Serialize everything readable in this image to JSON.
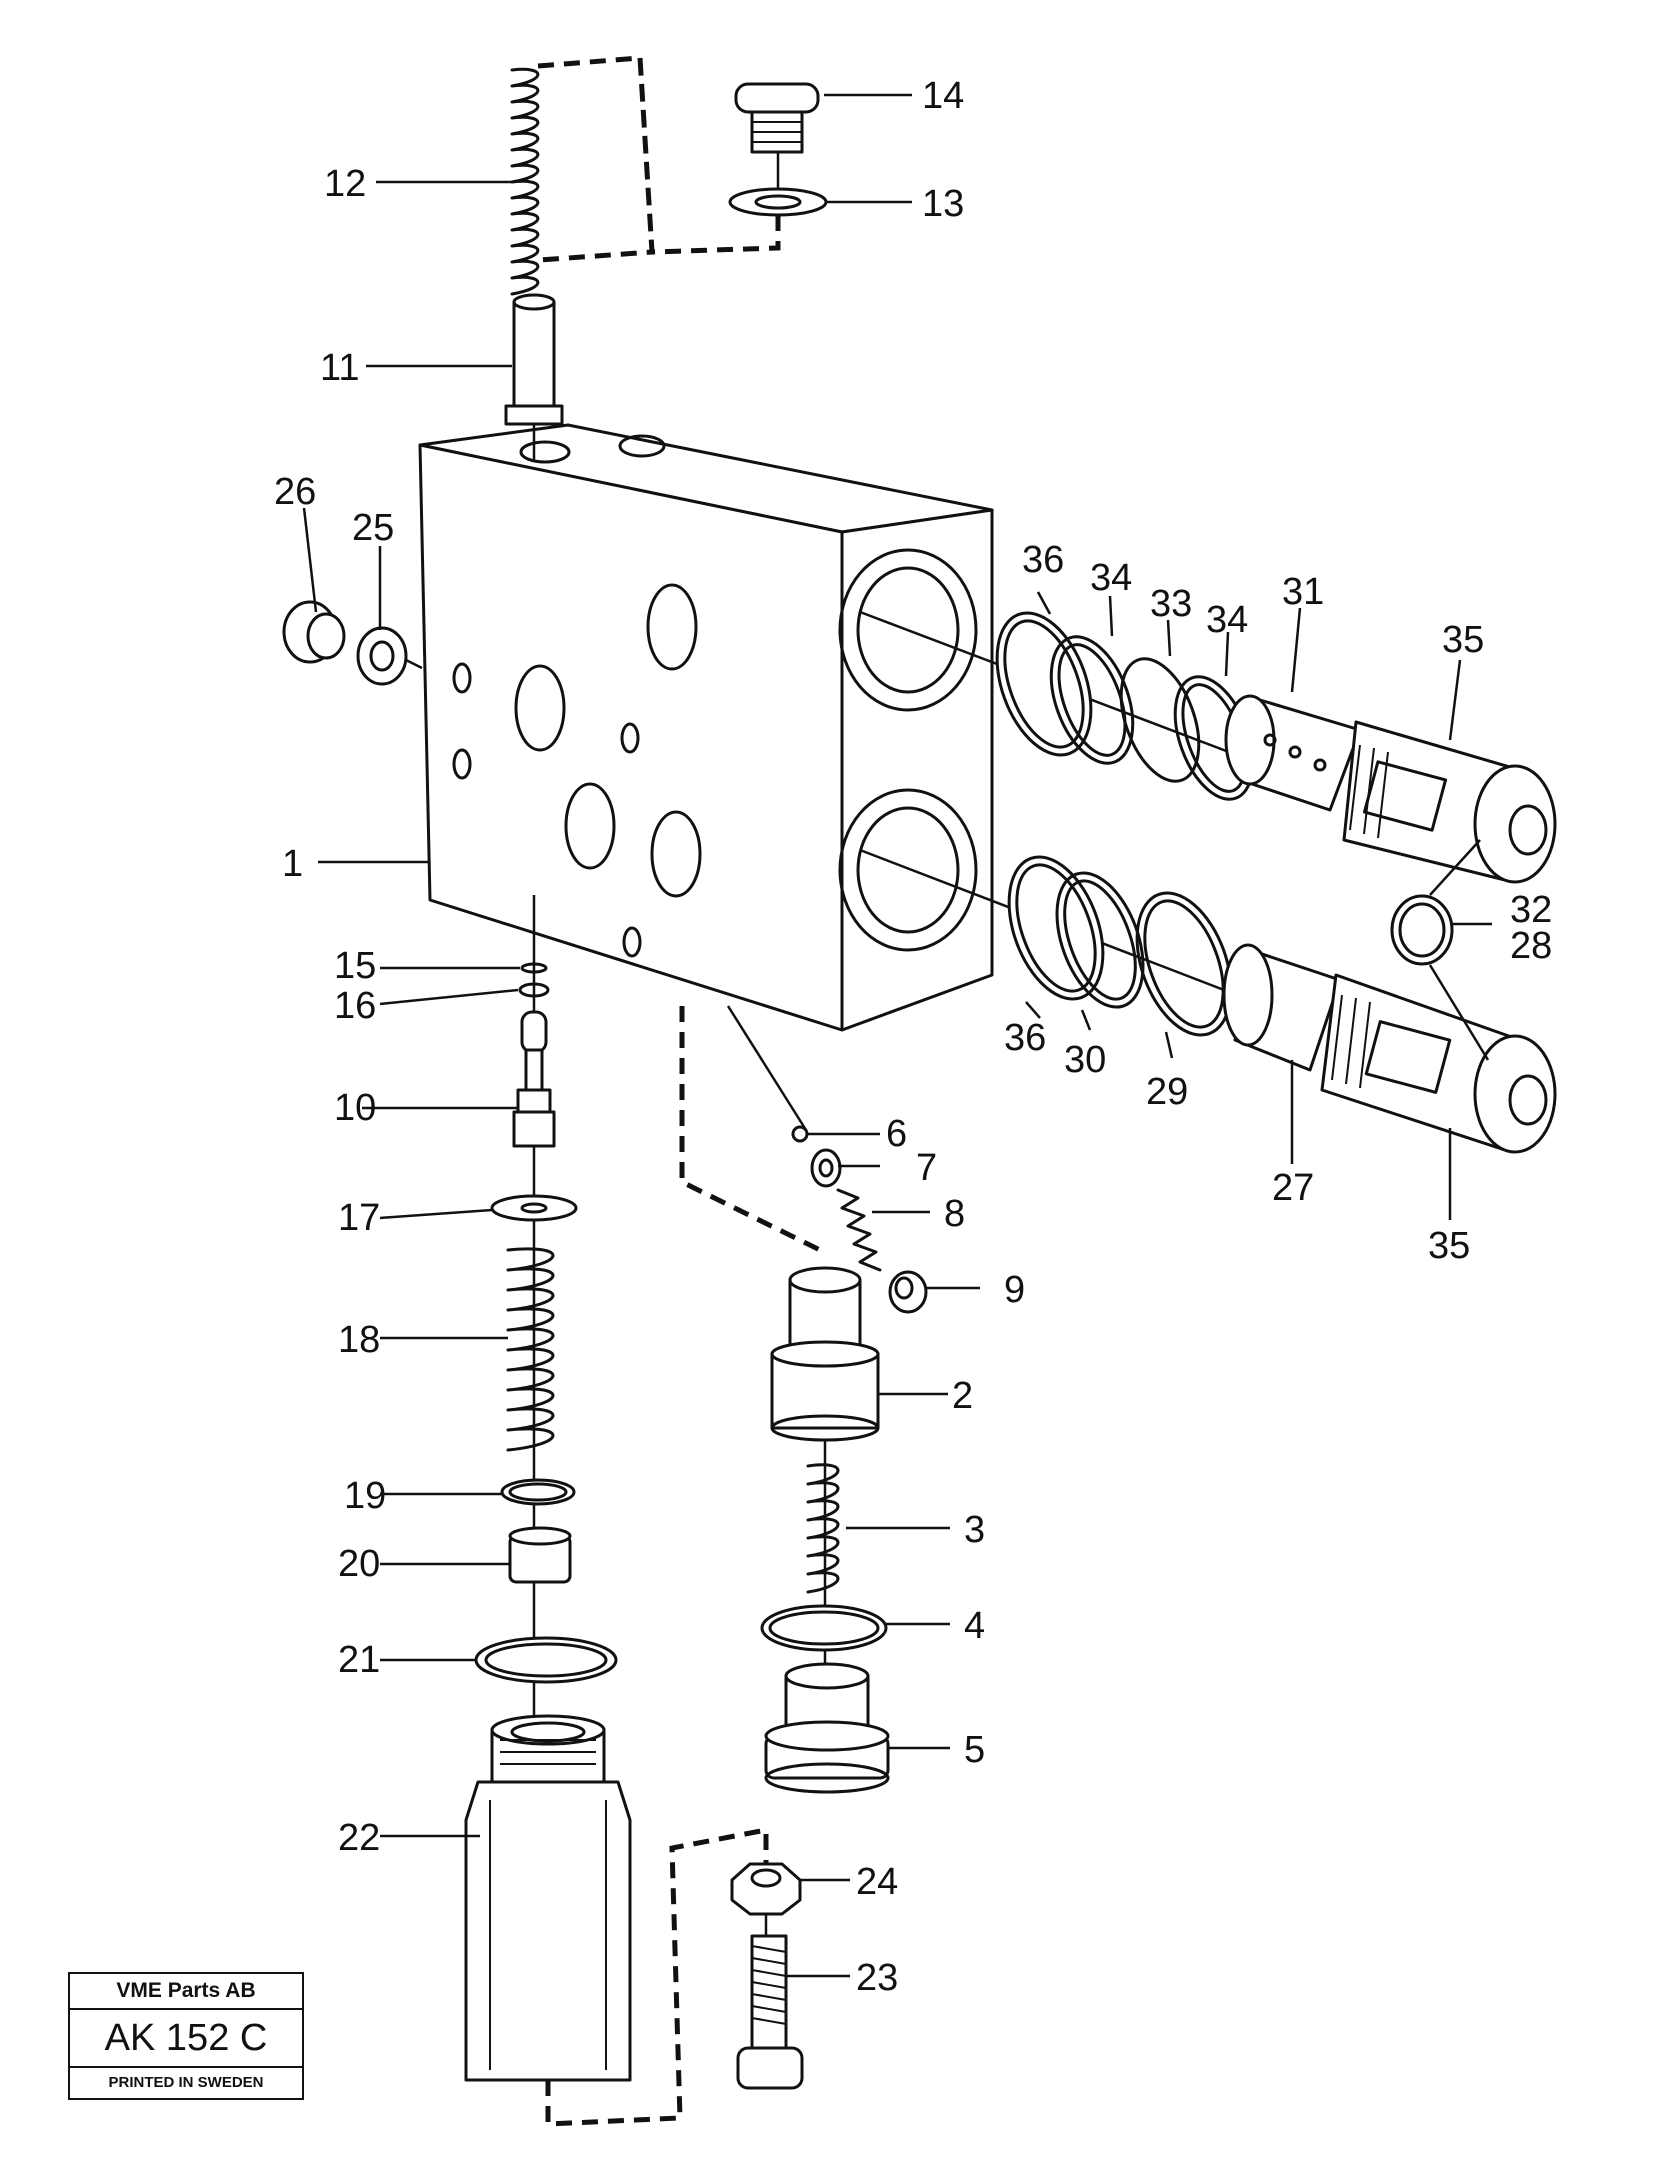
{
  "drawing_code": "AK 152 C",
  "company": "VME Parts AB",
  "printed_note": "PRINTED IN SWEDEN",
  "callouts": [
    "1",
    "2",
    "3",
    "4",
    "5",
    "6",
    "7",
    "8",
    "9",
    "10",
    "11",
    "12",
    "13",
    "14",
    "15",
    "16",
    "17",
    "18",
    "19",
    "20",
    "21",
    "22",
    "23",
    "24",
    "25",
    "26",
    "27",
    "28",
    "29",
    "30",
    "31",
    "32",
    "33",
    "34",
    "35",
    "36"
  ],
  "colors": {
    "ink": "#111111",
    "paper": "#ffffff"
  },
  "icons": [
    "valve-block",
    "spring",
    "plunger",
    "plug",
    "washer",
    "o-ring",
    "solenoid-valve",
    "nipple",
    "bolt",
    "nut",
    "cylindrical-housing"
  ]
}
